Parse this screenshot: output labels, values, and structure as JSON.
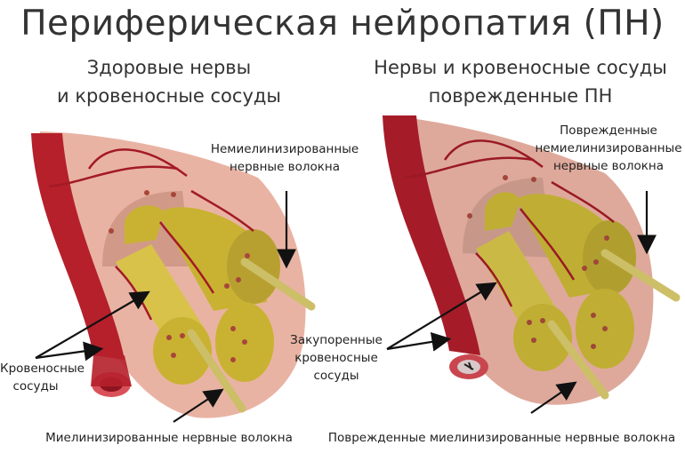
{
  "title": "Периферическая нейропатия (ПН)",
  "left_panel": {
    "heading_line1": "Здоровые нервы",
    "heading_line2": "и кровеносные сосуды",
    "labels": {
      "unmyelinated_line1": "Немиелинизированные",
      "unmyelinated_line2": "нервные волокна",
      "vessels_line1": "Кровеносные",
      "vessels_line2": "сосуды",
      "myelinated": "Миелинизированные нервные волокна"
    }
  },
  "right_panel": {
    "heading_line1": "Нервы и кровеносные сосуды",
    "heading_line2": "поврежденные ПН",
    "labels": {
      "damaged_unmyelinated_line1": "Поврежденные",
      "damaged_unmyelinated_line2": "немиелинизированные",
      "damaged_unmyelinated_line3": "нервные волокна",
      "blocked_vessels_line1": "Закупоренные",
      "blocked_vessels_line2": "кровеносные",
      "blocked_vessels_line3": "сосуды",
      "damaged_myelinated": "Поврежденные миелинизированные нервные волокна"
    }
  },
  "colors": {
    "vessel_red": "#b5202b",
    "vessel_dark": "#8e1420",
    "sheath_pink": "#e9b3a3",
    "inner_pink": "#d19a88",
    "fascicle_yellow": "#c9b232",
    "fascicle_light": "#d8c24a",
    "axon_tan": "#cdbf68",
    "arrow": "#111111"
  }
}
